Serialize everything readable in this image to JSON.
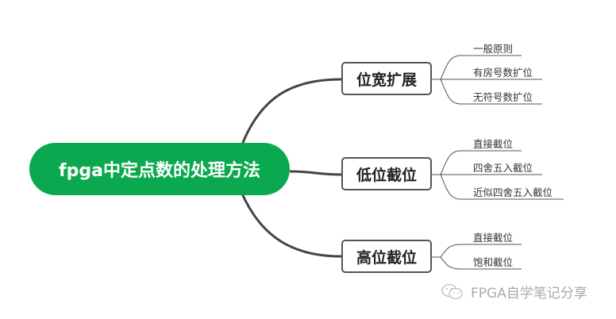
{
  "root": {
    "label": "fpga中定点数的处理方法",
    "color": "#0ba94f"
  },
  "topics": [
    {
      "label": "位宽扩展",
      "leaves": [
        "一般原则",
        "有房号数扩位",
        "无符号数扩位"
      ]
    },
    {
      "label": "低位截位",
      "leaves": [
        "直接截位",
        "四舍五入截位",
        "近似四舍五入截位"
      ]
    },
    {
      "label": "高位截位",
      "leaves": [
        "直接截位",
        "饱和截位"
      ]
    }
  ],
  "watermark": {
    "text": "FPGA自学笔记分享",
    "icon": "wechat-icon"
  }
}
